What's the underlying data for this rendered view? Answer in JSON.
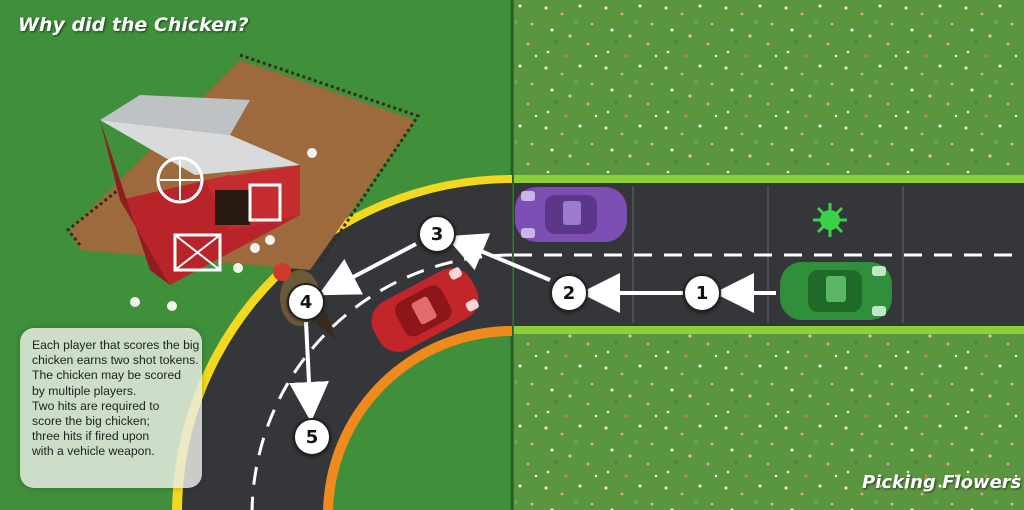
{
  "tiles": {
    "left_title": "Why did the Chicken?",
    "right_title": "Picking Flowers"
  },
  "rules_text": [
    "Each player that scores the big",
    "chicken earns two shot tokens.",
    "The chicken may be scored",
    "by multiple players.",
    "Two hits are required to",
    "score the big chicken;",
    "three hits if fired upon",
    "with a vehicle weapon."
  ],
  "steps": [
    "1",
    "2",
    "3",
    "4",
    "5"
  ],
  "cars": [
    {
      "name": "green-car",
      "color": "#2f8f3a"
    },
    {
      "name": "purple-car",
      "color": "#7d4fb5"
    },
    {
      "name": "red-car",
      "color": "#c3262a"
    }
  ],
  "colors": {
    "grass": "#3f8f3b",
    "meadow": "#5c9a42",
    "road": "#34363a",
    "road_edge_yellow": "#f2d91f",
    "road_edge_orange": "#f08a1c",
    "barn_red": "#b8242a",
    "dirt": "#9c6a3d"
  }
}
